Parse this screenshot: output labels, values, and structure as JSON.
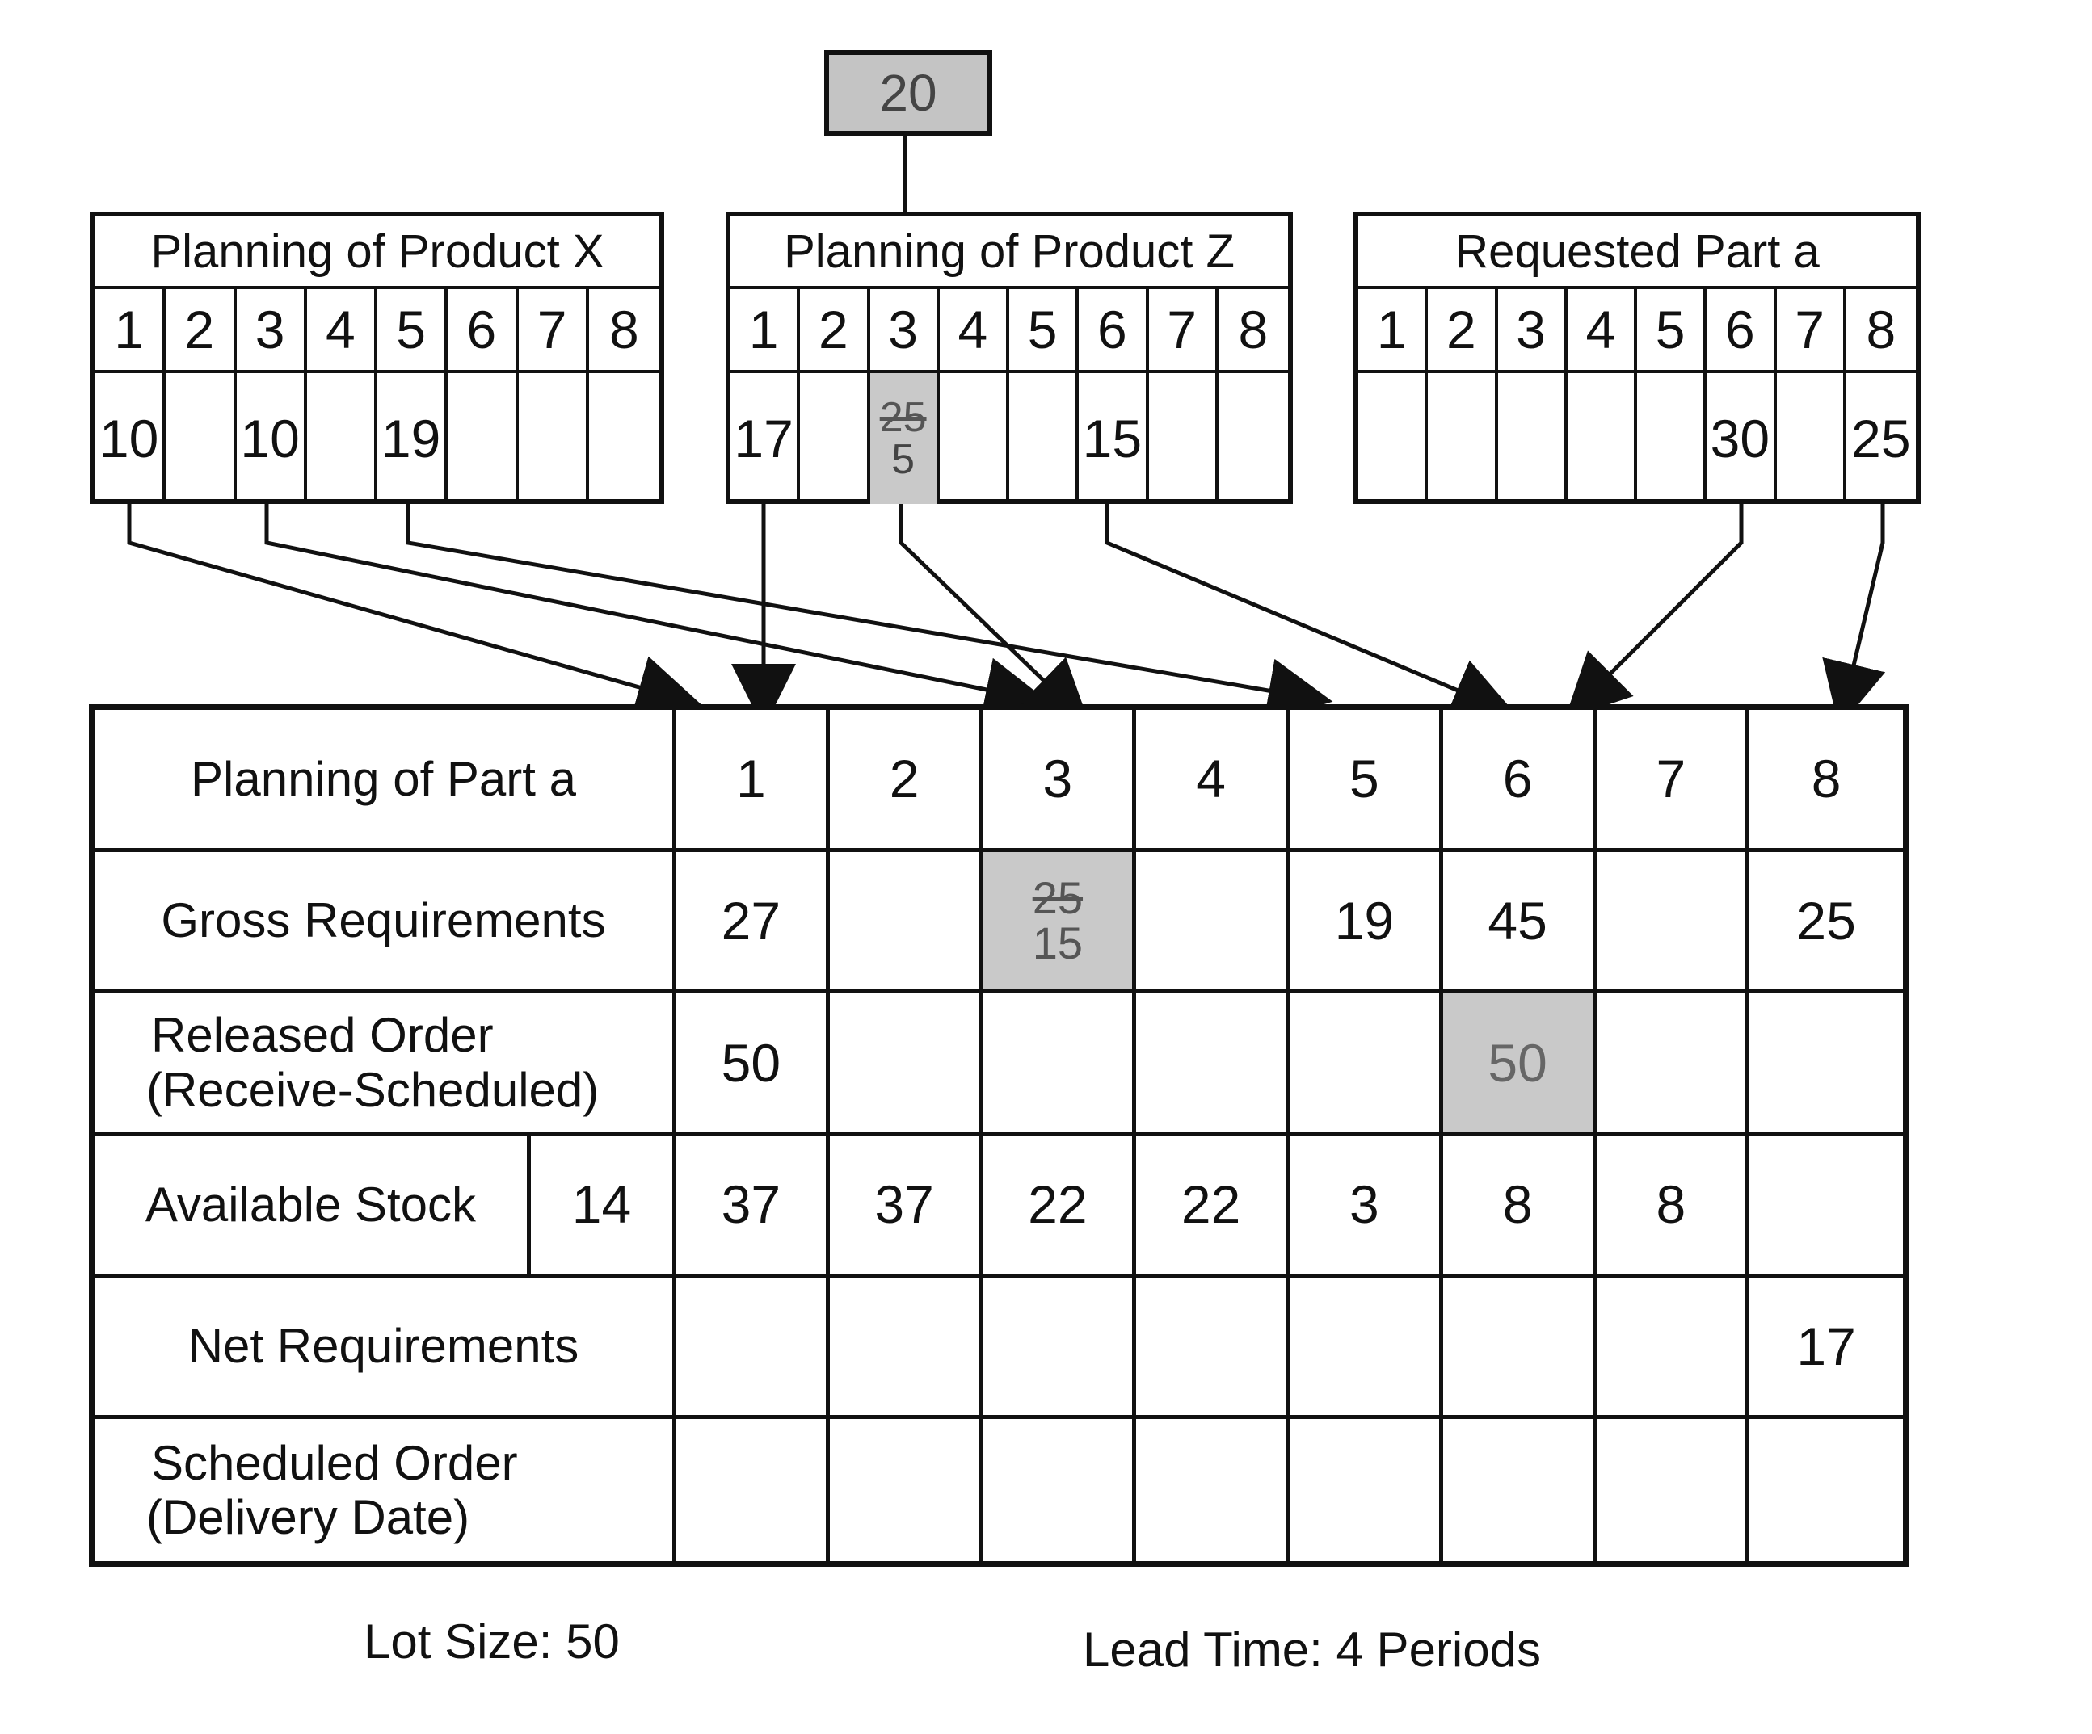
{
  "top_box": {
    "value": "20"
  },
  "product_x": {
    "title": "Planning of Product X",
    "periods": [
      "1",
      "2",
      "3",
      "4",
      "5",
      "6",
      "7",
      "8"
    ],
    "values": [
      "10",
      "",
      "10",
      "",
      "19",
      "",
      "",
      ""
    ]
  },
  "product_z": {
    "title": "Planning of Product Z",
    "periods": [
      "1",
      "2",
      "3",
      "4",
      "5",
      "6",
      "7",
      "8"
    ],
    "values": [
      "17",
      "",
      "",
      "",
      "",
      "15",
      "",
      ""
    ],
    "shaded_cell": {
      "old": "25",
      "new": "5"
    }
  },
  "requested": {
    "title": "Requested Part a",
    "periods": [
      "1",
      "2",
      "3",
      "4",
      "5",
      "6",
      "7",
      "8"
    ],
    "values": [
      "",
      "",
      "",
      "",
      "",
      "30",
      "",
      "25"
    ]
  },
  "main": {
    "title": "Planning of Part a",
    "periods": [
      "1",
      "2",
      "3",
      "4",
      "5",
      "6",
      "7",
      "8"
    ],
    "rows": {
      "gross": {
        "label": "Gross Requirements",
        "values": [
          "27",
          "",
          "",
          "",
          "19",
          "45",
          "",
          "25"
        ],
        "shaded": {
          "old": "25",
          "new": "15"
        }
      },
      "released": {
        "label_line1": "Released Order",
        "label_line2": "(Receive-Scheduled)",
        "values": [
          "50",
          "",
          "",
          "",
          "",
          "",
          "",
          ""
        ],
        "shaded_value": "50"
      },
      "stock": {
        "label": "Available Stock",
        "initial": "14",
        "values": [
          "37",
          "37",
          "22",
          "22",
          "3",
          "8",
          "8",
          ""
        ]
      },
      "net": {
        "label": "Net Requirements",
        "values": [
          "",
          "",
          "",
          "",
          "",
          "",
          "",
          "17"
        ]
      },
      "scheduled": {
        "label_line1": "Scheduled Order",
        "label_line2": "(Delivery Date)",
        "values": [
          "",
          "",
          "",
          "",
          "",
          "",
          "",
          ""
        ]
      }
    }
  },
  "footer": {
    "lot_size": "Lot Size: 50",
    "lead_time": "Lead Time: 4 Periods"
  }
}
